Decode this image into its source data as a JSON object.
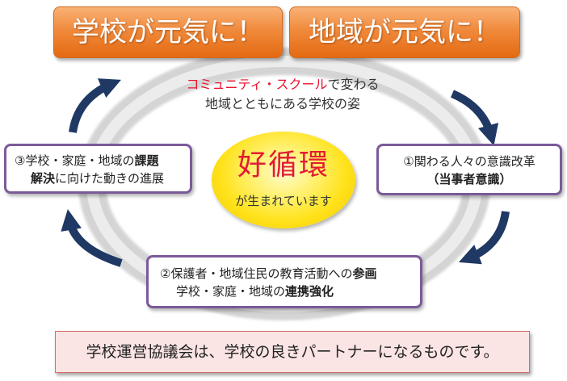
{
  "banners": {
    "left": "学校が元気に！",
    "right": "地域が元気に！"
  },
  "tagline": {
    "line1_highlight": "コミュニティ・スクール",
    "line1_rest": "で変わる",
    "line2": "地域とともにある学校の姿"
  },
  "center": {
    "title": "好循環",
    "subtitle": "が生まれています"
  },
  "steps": {
    "right": {
      "line1": "①関わる人々の意識改革",
      "line2": "（当事者意識）"
    },
    "bottom": {
      "line1_a": "②保護者・地域住民の教育活動への",
      "line1_b": "参画",
      "line2_a": "学校・家庭・地域の",
      "line2_b": "連携強化"
    },
    "left": {
      "line1_a": "③学校・家庭・地域の",
      "line1_b": "課題",
      "line2_a": "解決",
      "line2_b": "に向けた動きの進展"
    }
  },
  "footer": "学校運営協議会は、学校の良きパートナーになるものです。",
  "colors": {
    "banner_orange": "#f08a3c",
    "cycle_arrow": "#1f3864",
    "ring_gray": "#d9d9d9",
    "box_border": "#7b5a9a",
    "accent_red": "#e8142f",
    "center_yellow": "#ffe21a",
    "footer_bg": "#fbe4e4"
  }
}
